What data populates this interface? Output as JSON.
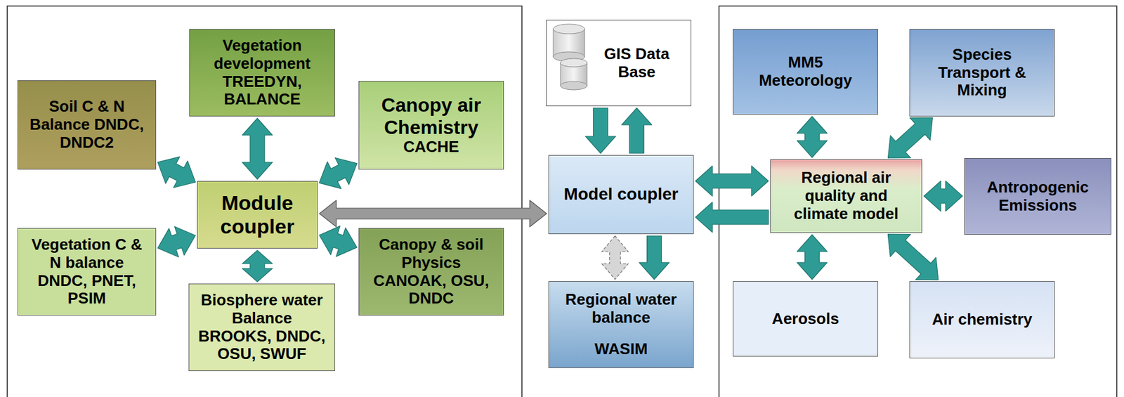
{
  "diagram": {
    "nodes": [
      {
        "text": [
          "Vegetation development TREEDYN, BALANCE"
        ]
      },
      {
        "text": [
          "Soil C & N Balance DNDC, DNDC2"
        ]
      },
      {
        "text": [
          "Canopy air Chemistry",
          "CACHE"
        ]
      },
      {
        "text": [
          "Module coupler"
        ]
      },
      {
        "text": [
          "Vegetation C & N balance DNDC, PNET, PSIM"
        ]
      },
      {
        "text": [
          "Canopy & soil Physics CANOAK, OSU, DNDC"
        ]
      },
      {
        "text": [
          "Biosphere water Balance BROOKS, DNDC, OSU, SWUF"
        ]
      },
      {
        "text": [
          "GIS Data Base"
        ]
      },
      {
        "text": [
          "Model coupler"
        ]
      },
      {
        "text": [
          "Regional water balance",
          "WASIM"
        ]
      },
      {
        "text": [
          "MM5 Meteorology"
        ]
      },
      {
        "text": [
          "Species Transport & Mixing"
        ]
      },
      {
        "text": [
          "Regional air quality and climate model"
        ]
      },
      {
        "text": [
          "Antropogenic Emissions"
        ]
      },
      {
        "text": [
          "Aerosols"
        ]
      },
      {
        "text": [
          "Air chemistry"
        ]
      }
    ],
    "edges": [
      {
        "from": 3,
        "to": 0,
        "arrow": "both"
      },
      {
        "from": 3,
        "to": 1,
        "arrow": "both"
      },
      {
        "from": 3,
        "to": 2,
        "arrow": "both"
      },
      {
        "from": 3,
        "to": 4,
        "arrow": "both"
      },
      {
        "from": 3,
        "to": 5,
        "arrow": "both"
      },
      {
        "from": 3,
        "to": 6,
        "arrow": "both"
      },
      {
        "from": 3,
        "to": 8,
        "arrow": "both"
      },
      {
        "from": 7,
        "to": 8,
        "arrow": "to"
      },
      {
        "from": 8,
        "to": 7,
        "arrow": "to"
      },
      {
        "from": 8,
        "to": 9,
        "arrow": "both"
      },
      {
        "from": 8,
        "to": 9,
        "arrow": "to"
      },
      {
        "from": 8,
        "to": 12,
        "arrow": "both"
      },
      {
        "from": 12,
        "to": 8,
        "arrow": "to"
      },
      {
        "from": 12,
        "to": 10,
        "arrow": "both"
      },
      {
        "from": 12,
        "to": 11,
        "arrow": "both"
      },
      {
        "from": 12,
        "to": 13,
        "arrow": "both"
      },
      {
        "from": 12,
        "to": 14,
        "arrow": "both"
      },
      {
        "from": 12,
        "to": 15,
        "arrow": "both"
      }
    ]
  }
}
